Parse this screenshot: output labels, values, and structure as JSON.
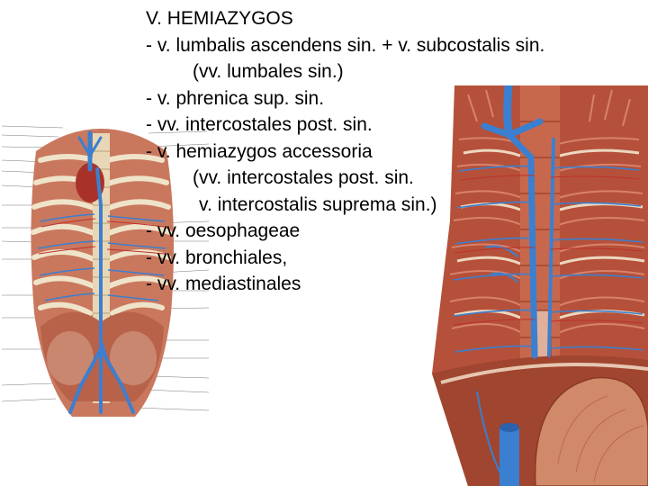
{
  "slide": {
    "title": "V. HEMIAZYGOS",
    "lines": [
      "- v. lumbalis ascendens sin. + v. subcostalis sin.",
      "(vv. lumbales sin.)",
      "- v. phrenica sup. sin.",
      "- vv. intercostales post. sin.",
      "- v. hemiazygos accessoria",
      "(vv. intercostales post. sin.",
      "v. intercostalis suprema sin.)",
      "- vv. oesophageae",
      "- vv. bronchiales,",
      "- vv. mediastinales"
    ]
  },
  "colors": {
    "vein": "#3b7fd0",
    "muscle": "#b5513a",
    "bone": "#efe3c9",
    "text": "#000000"
  },
  "icons": {
    "left": "thoracic-cavity-veins-illustration",
    "right": "posterior-thoracic-wall-illustration"
  }
}
